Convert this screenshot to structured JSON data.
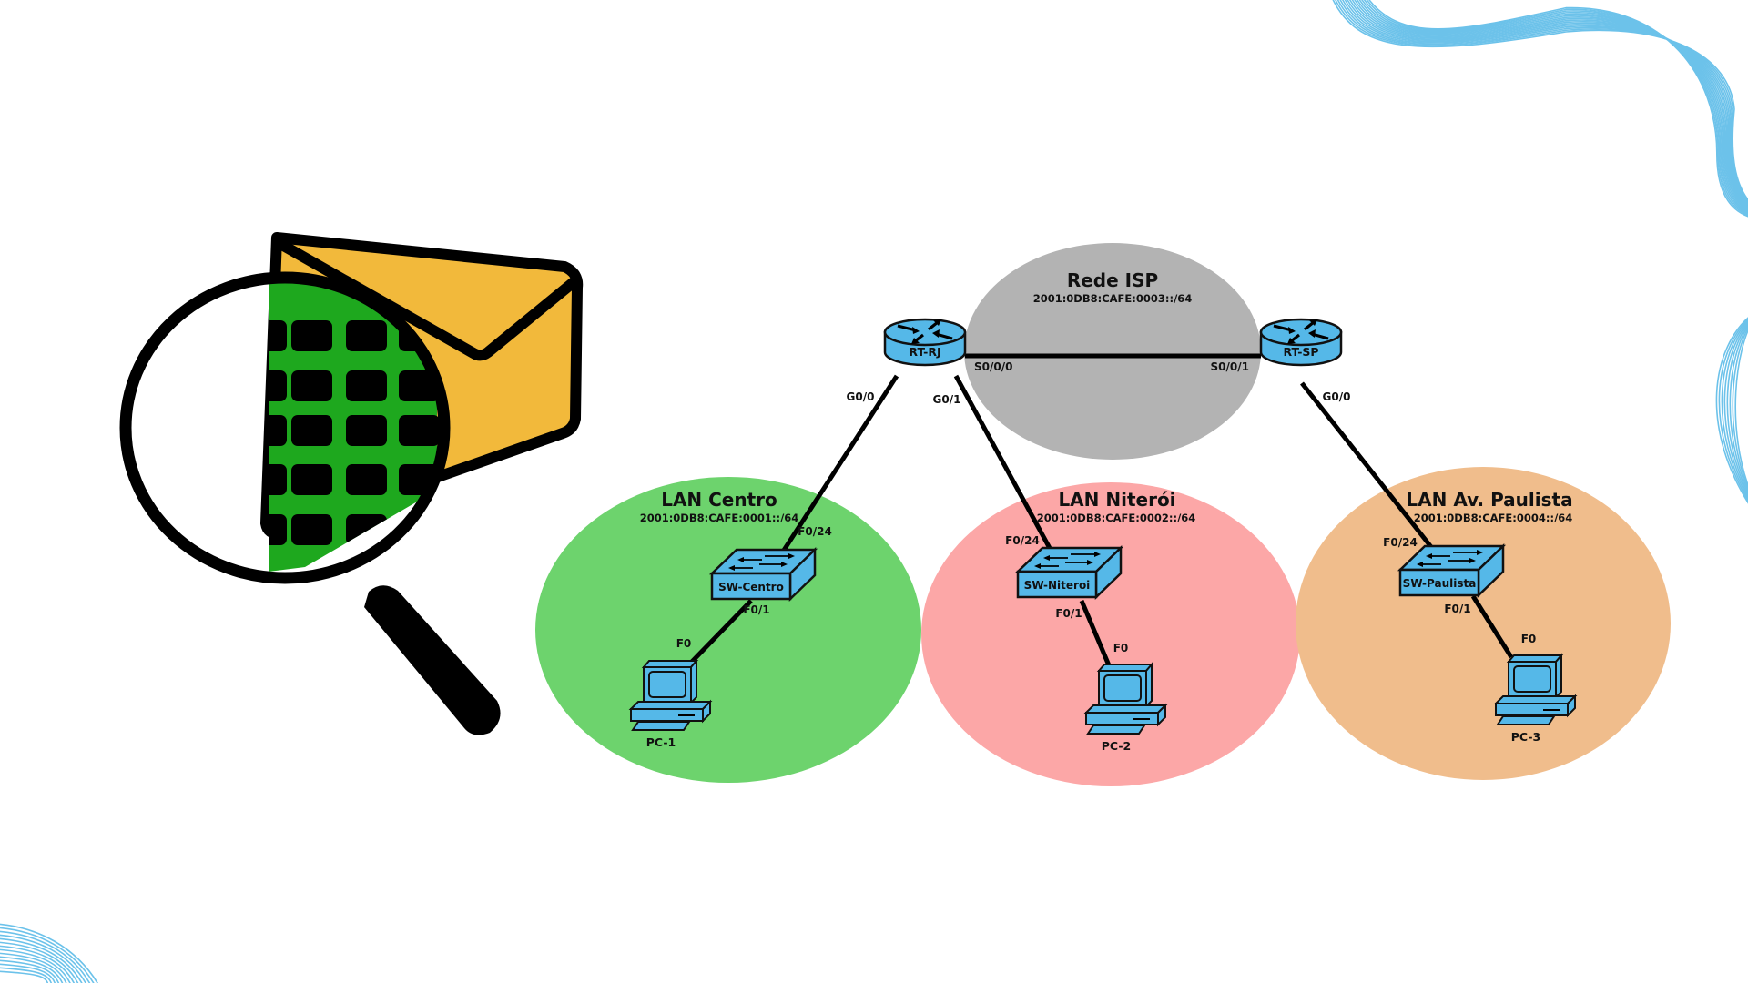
{
  "colors": {
    "background": "#ffffff",
    "device_fill": "#55b8e8",
    "device_stroke": "#111111",
    "link": "#000000",
    "wave": "#6cc2ea",
    "envelope": "#f2b93b",
    "grid_green": "#1ea81e"
  },
  "icon": {
    "name": "email-inspection-magnifier-icon"
  },
  "zones": [
    {
      "id": "isp",
      "title": "Rede ISP",
      "prefix": "2001:0DB8:CAFE:0003::/64",
      "color": "#b3b3b3"
    },
    {
      "id": "centro",
      "title": "LAN Centro",
      "prefix": "2001:0DB8:CAFE:0001::/64",
      "color": "#6dd36d"
    },
    {
      "id": "niteroi",
      "title": "LAN Niterói",
      "prefix": "2001:0DB8:CAFE:0002::/64",
      "color": "#fca7a7"
    },
    {
      "id": "paulista",
      "title": "LAN Av. Paulista",
      "prefix": "2001:0DB8:CAFE:0004::/64",
      "color": "#f0bd8c"
    }
  ],
  "routers": [
    {
      "id": "rt-rj",
      "label": "RT-RJ"
    },
    {
      "id": "rt-sp",
      "label": "RT-SP"
    }
  ],
  "switches": [
    {
      "id": "sw-centro",
      "label": "SW-Centro"
    },
    {
      "id": "sw-niteroi",
      "label": "SW-Niteroi"
    },
    {
      "id": "sw-paulista",
      "label": "SW-Paulista"
    }
  ],
  "pcs": [
    {
      "id": "pc-1",
      "label": "PC-1"
    },
    {
      "id": "pc-2",
      "label": "PC-2"
    },
    {
      "id": "pc-3",
      "label": "PC-3"
    }
  ],
  "links": [
    {
      "from": "rt-rj",
      "to": "rt-sp",
      "from_port": "S0/0/0",
      "to_port": "S0/0/1"
    },
    {
      "from": "rt-rj",
      "to": "sw-centro",
      "from_port": "G0/0",
      "to_port": "F0/24"
    },
    {
      "from": "rt-rj",
      "to": "sw-niteroi",
      "from_port": "G0/1",
      "to_port": "F0/24"
    },
    {
      "from": "rt-sp",
      "to": "sw-paulista",
      "from_port": "G0/0",
      "to_port": "F0/24"
    },
    {
      "from": "sw-centro",
      "to": "pc-1",
      "from_port": "F0/1",
      "to_port": "F0"
    },
    {
      "from": "sw-niteroi",
      "to": "pc-2",
      "from_port": "F0/1",
      "to_port": "F0"
    },
    {
      "from": "sw-paulista",
      "to": "pc-3",
      "from_port": "F0/1",
      "to_port": "F0"
    }
  ]
}
